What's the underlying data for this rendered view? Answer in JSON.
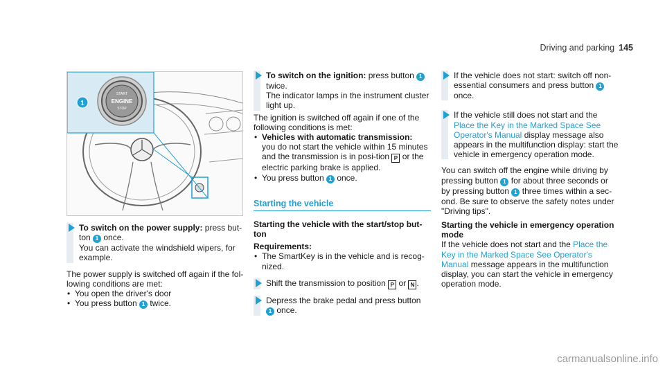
{
  "header": {
    "section": "Driving and parking",
    "page": "145"
  },
  "figure": {
    "callout": "1",
    "button_lines": [
      "START",
      "ENGINE",
      "STOP"
    ]
  },
  "col1": {
    "step_title": "To switch on the power supply:",
    "step_text_1": " press but-",
    "step_text_2": "ton ",
    "step_text_3": " once.",
    "step_text_4": "You can activate the windshield wipers, for",
    "step_text_5": "example.",
    "para": "The power supply is switched off again if the fol-lowing conditions are met:",
    "bullets": [
      "You open the driver's door",
      "You press button",
      "twice."
    ]
  },
  "col2": {
    "step_title": "To switch on the ignition:",
    "step_text_1": " press button ",
    "step_text_2": "twice.",
    "step_text_3": "The indicator lamps in the instrument cluster light up.",
    "para": "The ignition is switched off again if one of the following conditions is met:",
    "bullet1_bold": "Vehicles with automatic transmission:",
    "bullet1_text": "you do not start the vehicle within 15 minutes and the transmission is in posi-tion",
    "bullet1_text2": "or the electric parking brake is applied.",
    "bullet2": "You press button",
    "bullet2_end": "once.",
    "section_title": "Starting the vehicle",
    "sub_title": "Starting the vehicle with the start/stop but-ton",
    "req_label": "Requirements:",
    "req_bullet": "The SmartKey is in the vehicle and is recog-nized.",
    "step2": "Shift the transmission to position",
    "step2_or": "or",
    "step3": "Depress the brake pedal and press button",
    "step3_end": "once.",
    "sym_p": "P",
    "sym_n": "N"
  },
  "col3": {
    "step1": "If the vehicle does not start: switch off non-essential consumers and press button",
    "step1_end": "once.",
    "step2": "If the vehicle still does not start and the",
    "step2_link": "Place the Key in the Marked Space See Operator's Manual",
    "step2_end": "display message also appears in the multifunction display: start the vehicle in emergency operation mode.",
    "para1": "You can switch off the engine while driving by pressing button",
    "para1_mid": "for about three seconds or by pressing button",
    "para1_end": "three times within a sec-ond. Be sure to observe the safety notes under \"Driving tips\".",
    "sub_title": "Starting the vehicle in emergency operation mode",
    "para2_start": "If the vehicle does not start and the",
    "para2_link": "Place the Key in the Marked Space See Operator's Manual",
    "para2_end": "message appears in the multifunction display, you can start the vehicle in emergency operation mode."
  },
  "num1": "1",
  "footer": "carmanualsonline.info"
}
